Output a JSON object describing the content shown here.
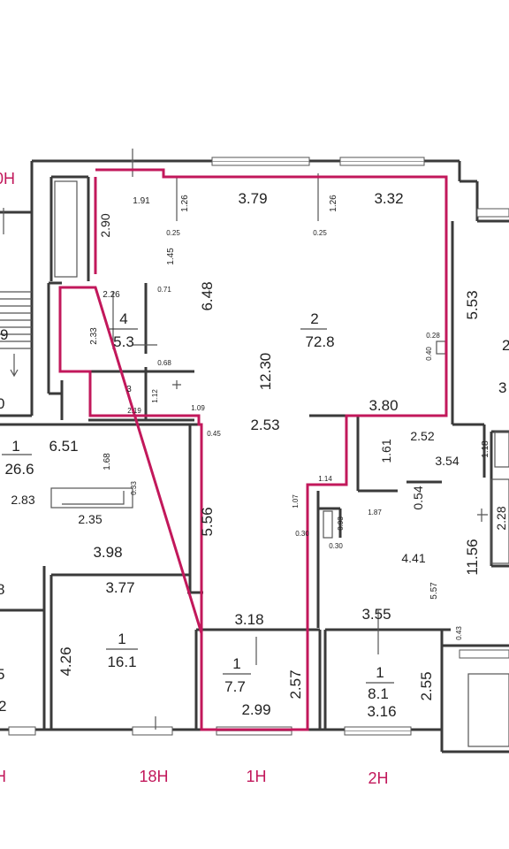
{
  "plan": {
    "room_numbers": {
      "main_room": "2",
      "main_area": "72.8",
      "small_room": "4",
      "small_area": "5.3",
      "tiny_room": "3",
      "left_room": "1",
      "left_area": "26.6",
      "left_area2_room": "1",
      "left_area2": "16.1",
      "bottom_mid_room": "1",
      "bottom_mid_area": "7.7",
      "bottom_right_room": "1",
      "bottom_right_area": "8.1"
    },
    "dims": {
      "d_1_91": "1.91",
      "d_1_26a": "1.26",
      "d_3_79": "3.79",
      "d_1_26b": "1.26",
      "d_3_32": "3.32",
      "d_2_90": "2.90",
      "d_0_25a": "0.25",
      "d_0_25b": "0.25",
      "d_1_45": "1.45",
      "d_2_26": "2.26",
      "d_0_71": "0.71",
      "d_6_48": "6.48",
      "d_5_53": "5.53",
      "d_2_33": "2.33",
      "d_0_28": "0.28",
      "d_0_40": "0.40",
      "d_0_68": "0.68",
      "d_12_30": "12.30",
      "d_1_12": "1.12",
      "d_2_19": "2.19",
      "d_1_09": "1.09",
      "d_3_80": "3.80",
      "d_0_45": "0.45",
      "d_2_53": "2.53",
      "d_2_52": "2.52",
      "d_6_51": "6.51",
      "d_1_68": "1.68",
      "d_1_61": "1.61",
      "d_3_54": "3.54",
      "d_1_18": "1.18",
      "d_0_33": "0.33",
      "d_2_83": "2.83",
      "d_2_35": "2.35",
      "d_1_14": "1.14",
      "d_0_54": "0.54",
      "d_1_07": "1.07",
      "d_1_87": "1.87",
      "d_0_93": "0.93",
      "d_5_56": "5.56",
      "d_0_30a": "0.30",
      "d_0_30b": "0.30",
      "d_2_28": "2.28",
      "d_3_98": "3.98",
      "d_4_41": "4.41",
      "d_11_56": "11.56",
      "d_5_57": "5.57",
      "d_3_77": "3.77",
      "d_3_18": "3.18",
      "d_3_55": "3.55",
      "d_0_43": "0.43",
      "d_4_26": "4.26",
      "d_2_57": "2.57",
      "d_2_55": "2.55",
      "d_2_99": "2.99",
      "d_3_16": "3.16"
    },
    "edge_fragments": {
      "top_left_pink": "0H",
      "left_9": "9",
      "left_0": "0",
      "left_8": "8",
      "left_5": "5",
      "left_2": "2",
      "right_2": "2",
      "right_3": "3",
      "bottom_left_pink": "H"
    },
    "entrances": {
      "e18": "18H",
      "e1": "1H",
      "e2": "2H"
    }
  }
}
